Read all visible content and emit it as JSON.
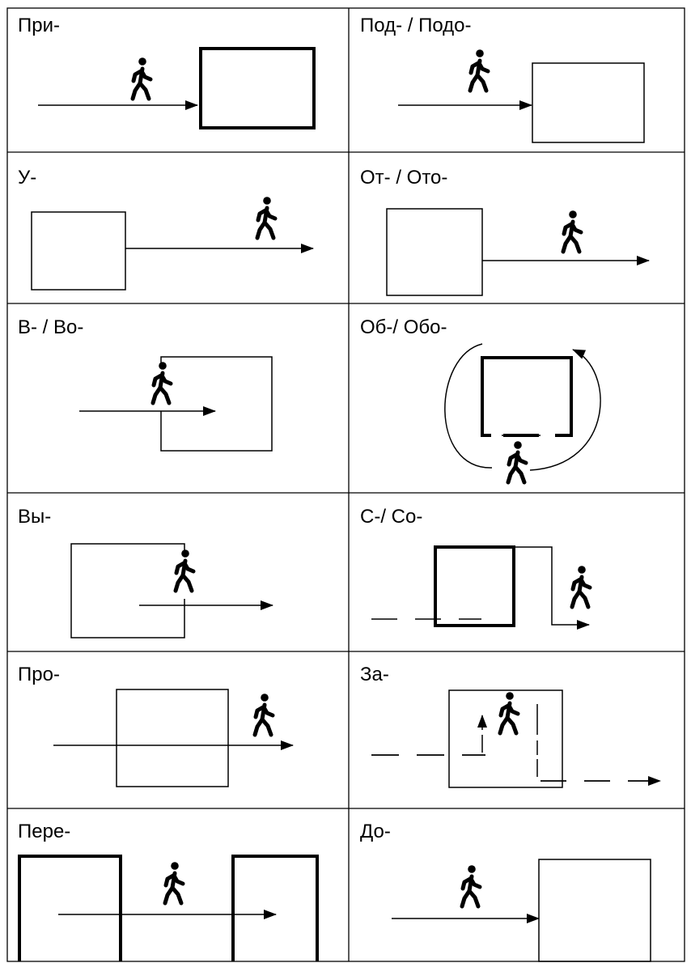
{
  "cells": [
    {
      "id": "pri",
      "label": "При-"
    },
    {
      "id": "pod",
      "label": "Под- / Подо-"
    },
    {
      "id": "u",
      "label": "У-"
    },
    {
      "id": "ot",
      "label": "От- / Ото-"
    },
    {
      "id": "v",
      "label": "В- / Во-"
    },
    {
      "id": "ob",
      "label": "Об-/ Обо-"
    },
    {
      "id": "vy",
      "label": "Вы-"
    },
    {
      "id": "s",
      "label": "С-/ Со-"
    },
    {
      "id": "pro",
      "label": "Про-"
    },
    {
      "id": "za",
      "label": "За-"
    },
    {
      "id": "pere",
      "label": "Пере-"
    },
    {
      "id": "do",
      "label": "До-"
    }
  ],
  "icons": {
    "walker": "walking-person-icon",
    "house": "building-box-icon"
  },
  "colors": {
    "ink": "#000000",
    "background": "#ffffff"
  }
}
